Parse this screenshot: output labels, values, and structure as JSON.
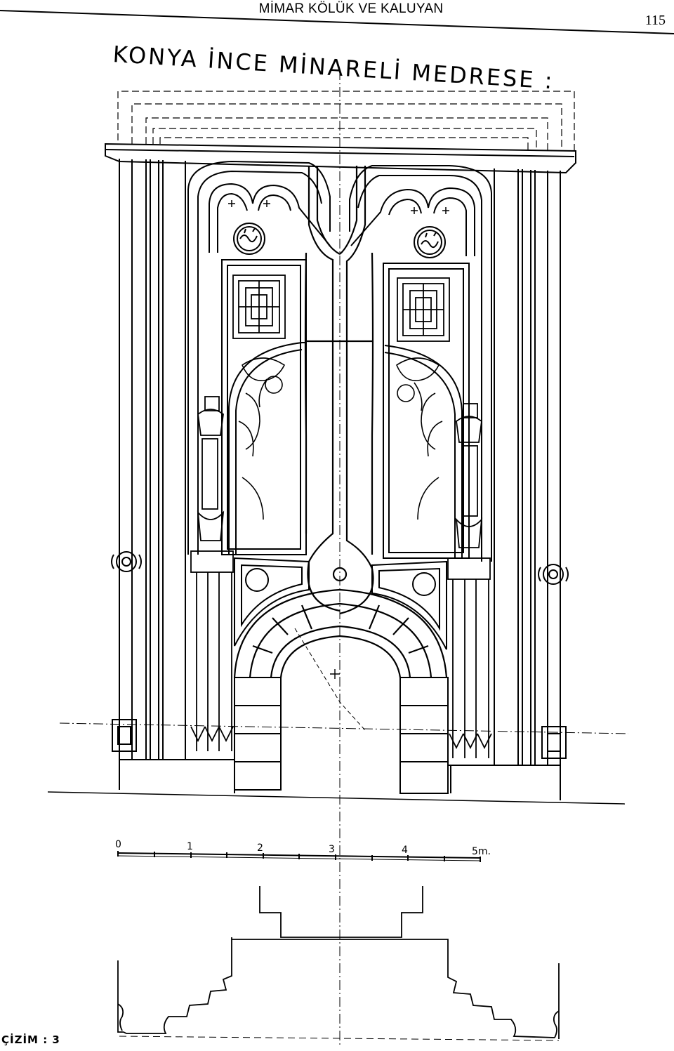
{
  "header": {
    "title": "MİMAR KÖLÜK VE KALUYAN",
    "page_number": "115"
  },
  "drawing": {
    "title": "KONYA İNCE MİNARELİ MEDRESE :",
    "scale": {
      "labels": [
        "0",
        "1",
        "2",
        "3",
        "4",
        "5m."
      ]
    },
    "figure_label": "ÇİZİM : 3"
  }
}
